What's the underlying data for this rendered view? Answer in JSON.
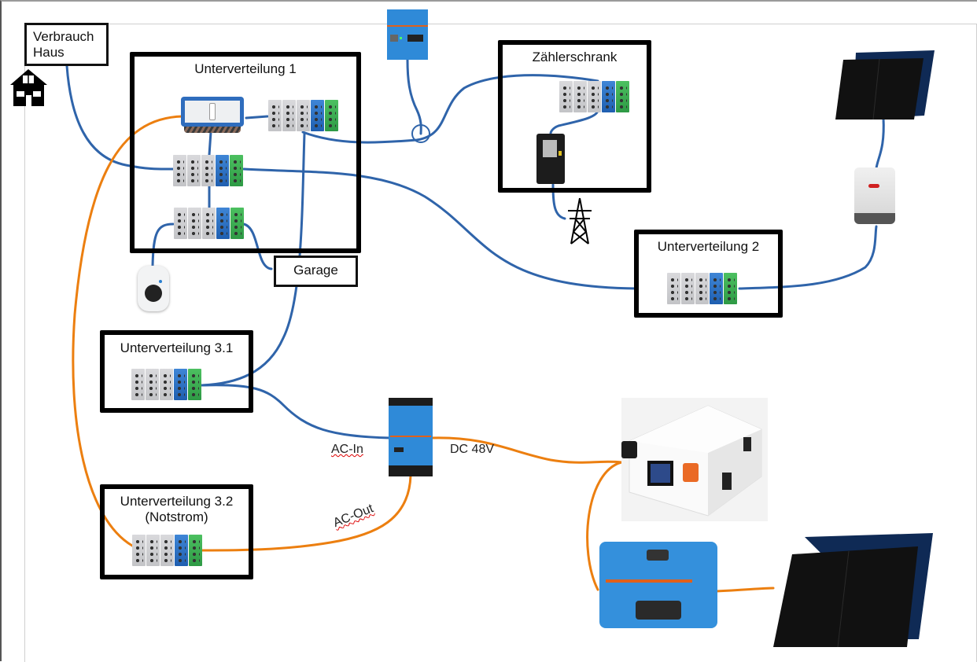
{
  "diagram": {
    "title": "Hausinstallation mit PV und Notstrom",
    "colors": {
      "ac_wire": "#2f64aa",
      "dc_wire": "#ec7f10",
      "box_border": "#000000"
    },
    "labels": {
      "consumer": "Verbrauch\nHaus",
      "consumer_line1": "Verbrauch",
      "consumer_line2": "Haus",
      "garage": "Garage"
    },
    "boxes": {
      "uv1": "Unterverteilung 1",
      "meter_cabinet": "Zählerschrank",
      "uv2": "Unterverteilung 2",
      "uv31": "Unterverteilung 3.1",
      "uv32_line1": "Unterverteilung 3.2",
      "uv32_line2": "(Notstrom)"
    },
    "wire_labels": {
      "ac_in": "AC-In",
      "ac_out": "AC-Out",
      "dc": "DC 48V"
    },
    "devices": {
      "house": "house-icon",
      "energy_meter": "Energy Meter (Victron)",
      "transfer_switch": "Umschalter",
      "wallbox": "Wallbox",
      "electricity_meter": "Stromzähler",
      "grid": "Stromnetz (Strommast)",
      "pv_roof": "PV-Module Dach",
      "pv_inverter": "Wechselrichter (Fronius)",
      "inverter_charger": "Wechselrichter/Ladegerät (Victron MultiPlus)",
      "battery": "Batteriespeicher 48V",
      "mppt": "MPPT 150|70 - Tr",
      "pv_ground": "PV-Module"
    }
  }
}
